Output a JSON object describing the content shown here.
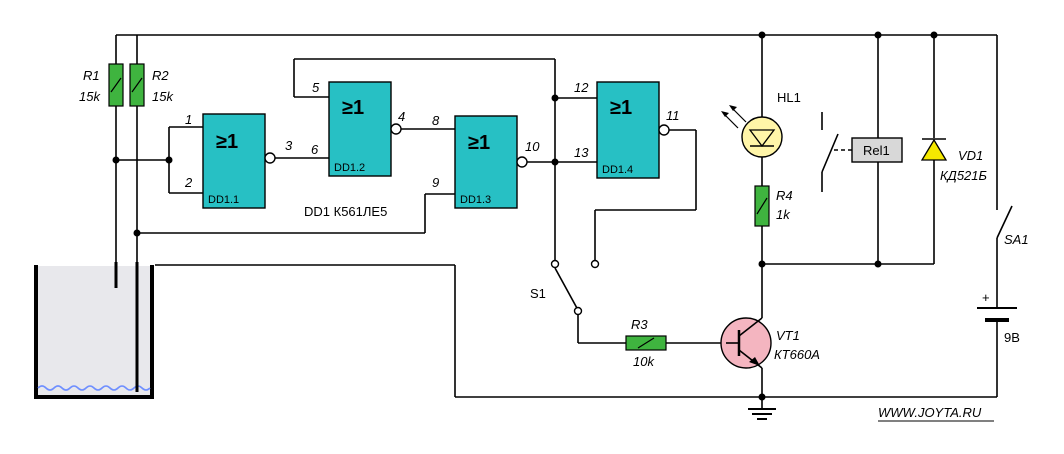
{
  "colors": {
    "gate_fill": "#27c0c4",
    "resistor_fill": "#3fb43f",
    "led_fill": "#fff5a8",
    "diode_fill": "#f5e800",
    "transistor_fill": "#f4b5c0",
    "relay_fill": "#d8d8d8",
    "water_fill": "#e8e8ec",
    "water_wave": "#6f8fff"
  },
  "icons": [
    "resistor-icon",
    "logic-gate-icon",
    "led-icon",
    "relay-switch-icon",
    "diode-icon",
    "transistor-icon",
    "battery-icon",
    "ground-icon",
    "switch-icon"
  ],
  "components": {
    "r1": {
      "name": "R1",
      "value": "15k"
    },
    "r2": {
      "name": "R2",
      "value": "15k"
    },
    "r3": {
      "name": "R3",
      "value": "10k"
    },
    "r4": {
      "name": "R4",
      "value": "1k"
    },
    "hl1": {
      "name": "HL1"
    },
    "rel1": {
      "name": "Rel1"
    },
    "vd1": {
      "name": "VD1",
      "type": "КД521Б"
    },
    "vt1": {
      "name": "VT1",
      "type": "КТ660А"
    },
    "sa1": {
      "name": "SA1"
    },
    "s1": {
      "name": "S1"
    },
    "battery": {
      "plus": "+",
      "voltage": "9В"
    },
    "chip": {
      "label": "DD1 К561ЛЕ5"
    }
  },
  "gates": [
    {
      "id": "DD1.1",
      "symbol": "≥1",
      "pins": [
        "1",
        "2",
        "3"
      ]
    },
    {
      "id": "DD1.2",
      "symbol": "≥1",
      "pins": [
        "5",
        "6",
        "4"
      ]
    },
    {
      "id": "DD1.3",
      "symbol": "≥1",
      "pins": [
        "8",
        "9",
        "10"
      ]
    },
    {
      "id": "DD1.4",
      "symbol": "≥1",
      "pins": [
        "12",
        "13",
        "11"
      ]
    }
  ],
  "footer": {
    "url": "WWW.JOYTA.RU"
  }
}
